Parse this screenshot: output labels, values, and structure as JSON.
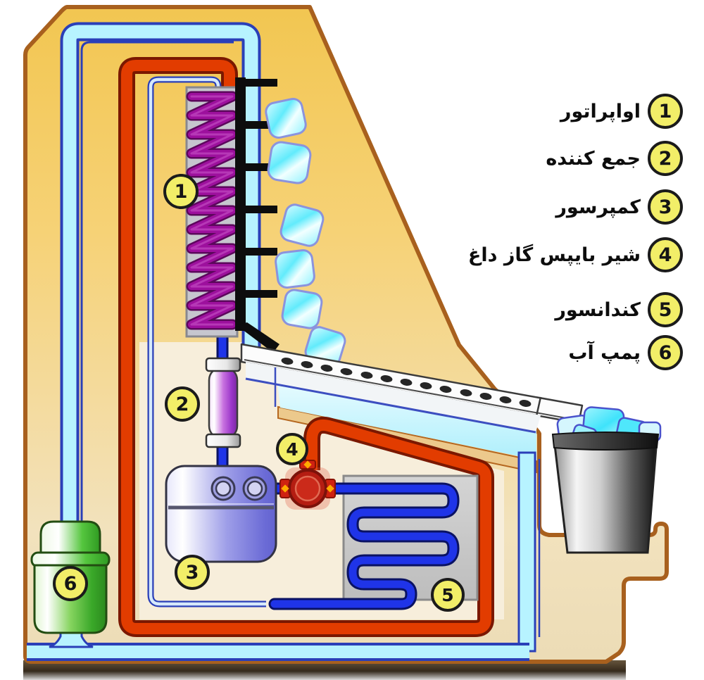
{
  "legend": {
    "items": [
      {
        "num": "1",
        "label": "اواپراتور"
      },
      {
        "num": "2",
        "label": "جمع کننده"
      },
      {
        "num": "3",
        "label": "کمپرسور"
      },
      {
        "num": "4",
        "label": "شیر بایپس گاز داغ"
      },
      {
        "num": "5",
        "label": "کندانسور"
      },
      {
        "num": "6",
        "label": "پمپ آب"
      }
    ]
  },
  "diagram": {
    "badges": [
      {
        "num": "1"
      },
      {
        "num": "2"
      },
      {
        "num": "3"
      },
      {
        "num": "4"
      },
      {
        "num": "5"
      },
      {
        "num": "6"
      }
    ],
    "components": [
      {
        "id": 1,
        "name": "evaporator"
      },
      {
        "id": 2,
        "name": "accumulator"
      },
      {
        "id": 3,
        "name": "compressor"
      },
      {
        "id": 4,
        "name": "hot-gas-bypass-valve"
      },
      {
        "id": 5,
        "name": "condenser"
      },
      {
        "id": 6,
        "name": "water-pump"
      }
    ]
  },
  "colors": {
    "body_gold": "#f5cc5f",
    "body_outline": "#a8601e",
    "compartment_cream": "#f7eedb",
    "water_pipe_fill": "#b7f3ff",
    "water_pipe_outline": "#2a3fb8",
    "hot_gas_pipe": "#e23c00",
    "hot_gas_outline": "#7a1800",
    "refrigerant_blue": "#1f34e8",
    "refrigerant_outline": "#0a1263",
    "evaporator_coil": "#9d109d",
    "badge_yellow": "#f2ee68",
    "pump_green": "#3aa829",
    "compressor_violet": "#8d8de0",
    "ice_cyan": "#62ebfc",
    "bucket_gray": "#8f8f8f"
  }
}
